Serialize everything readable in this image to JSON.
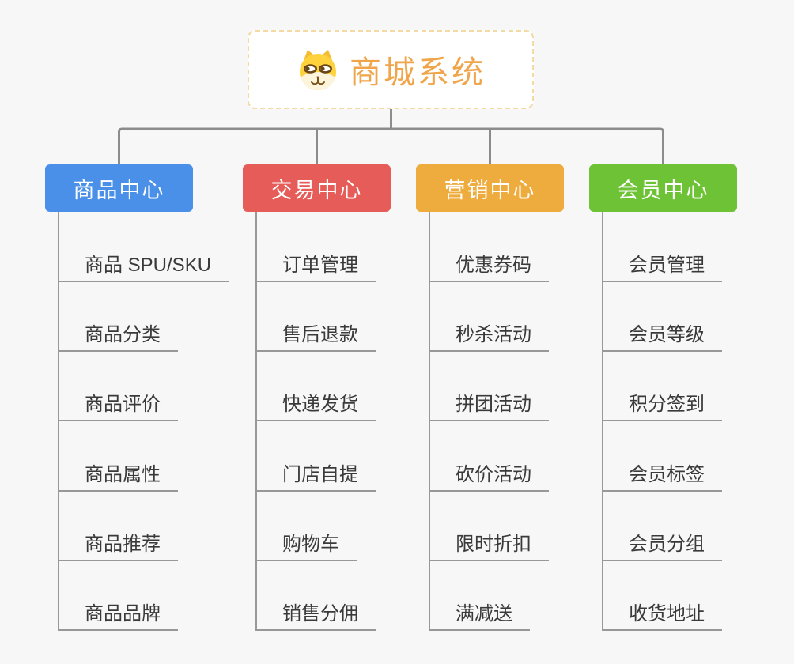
{
  "canvas": {
    "background_color": "#f7f7f7",
    "connector_color": "#8c8c8c",
    "underline_color": "#989898",
    "leaf_text_color": "#3a3a3a"
  },
  "root": {
    "title": "商城系统",
    "icon": "shiba-dog-icon",
    "title_color": "#f0a54a",
    "border_color": "#f3d9a2",
    "background_color": "#ffffff"
  },
  "branches": [
    {
      "label": "商品中心",
      "color": "#4a90e8",
      "items": [
        "商品 SPU/SKU",
        "商品分类",
        "商品评价",
        "商品属性",
        "商品推荐",
        "商品品牌"
      ]
    },
    {
      "label": "交易中心",
      "color": "#e65c58",
      "items": [
        "订单管理",
        "售后退款",
        "快递发货",
        "门店自提",
        "购物车",
        "销售分佣"
      ]
    },
    {
      "label": "营销中心",
      "color": "#efac3e",
      "items": [
        "优惠券码",
        "秒杀活动",
        "拼团活动",
        "砍价活动",
        "限时折扣",
        "满减送"
      ]
    },
    {
      "label": "会员中心",
      "color": "#6ec235",
      "items": [
        "会员管理",
        "会员等级",
        "积分签到",
        "会员标签",
        "会员分组",
        "收货地址"
      ]
    }
  ]
}
